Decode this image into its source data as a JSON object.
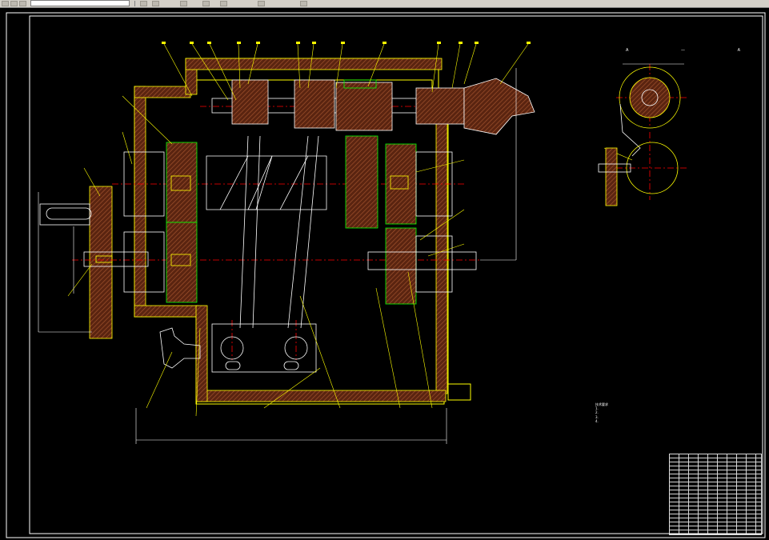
{
  "app": {
    "toolbar_dropdown_value": ""
  },
  "section_label": {
    "text": "A — A"
  },
  "technical_notes": {
    "heading": "技术要求",
    "items": [
      "1.",
      "2.",
      "3.",
      "4."
    ]
  },
  "colors": {
    "background": "#000000",
    "outline": "#ffffff",
    "housing": "#ffff00",
    "centerline": "#ff0000",
    "hatch": "#8b3a1a",
    "bearing_highlight": "#00ff00",
    "ui_chrome": "#d4d0c8"
  },
  "icons": [
    "new-icon",
    "open-icon",
    "save-icon",
    "print-icon",
    "undo-icon",
    "redo-icon",
    "zoom-icon",
    "pan-icon",
    "layer-icon",
    "properties-icon"
  ]
}
